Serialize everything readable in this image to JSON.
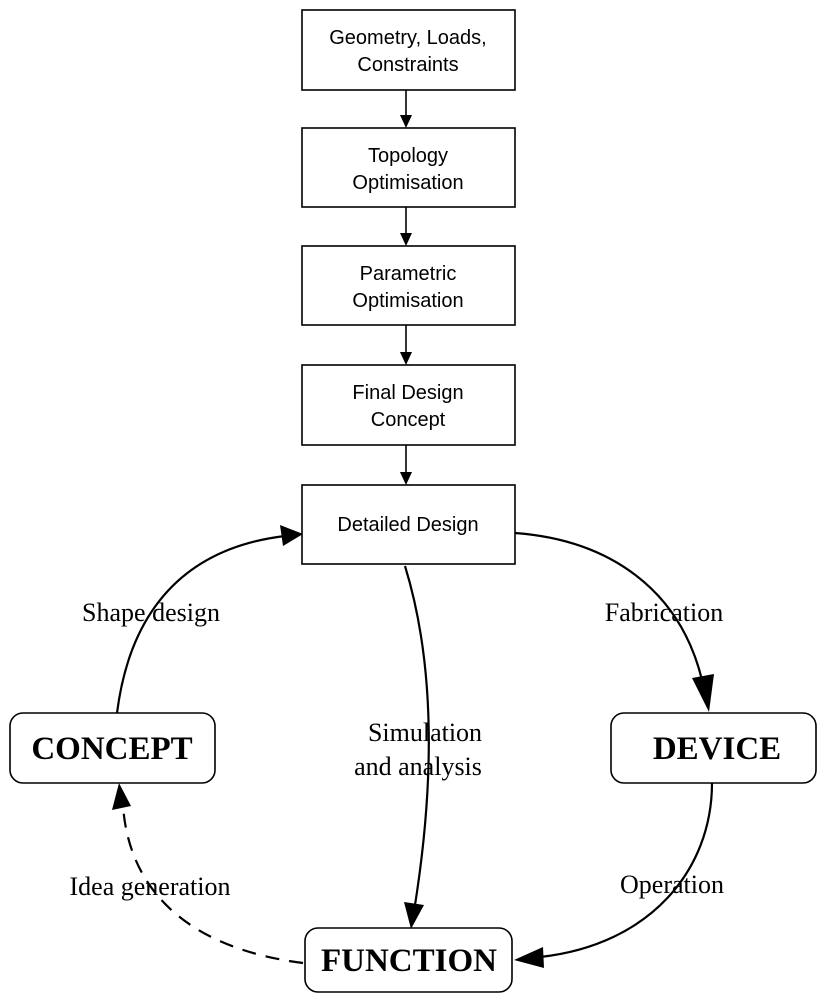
{
  "flow_boxes": [
    {
      "line1": "Geometry, Loads,",
      "line2": "Constraints"
    },
    {
      "line1": "Topology",
      "line2": "Optimisation"
    },
    {
      "line1": "Parametric",
      "line2": "Optimisation"
    },
    {
      "line1": "Final Design",
      "line2": "Concept"
    },
    {
      "line1": "Detailed Design",
      "line2": ""
    }
  ],
  "cycle_nodes": {
    "concept": "CONCEPT",
    "device": "DEVICE",
    "function": "FUNCTION"
  },
  "cycle_labels": {
    "shape_design": "Shape design",
    "fabrication": "Fabrication",
    "simulation_line1": "Simulation",
    "simulation_line2": "and analysis",
    "operation": "Operation",
    "idea_generation": "Idea generation"
  }
}
